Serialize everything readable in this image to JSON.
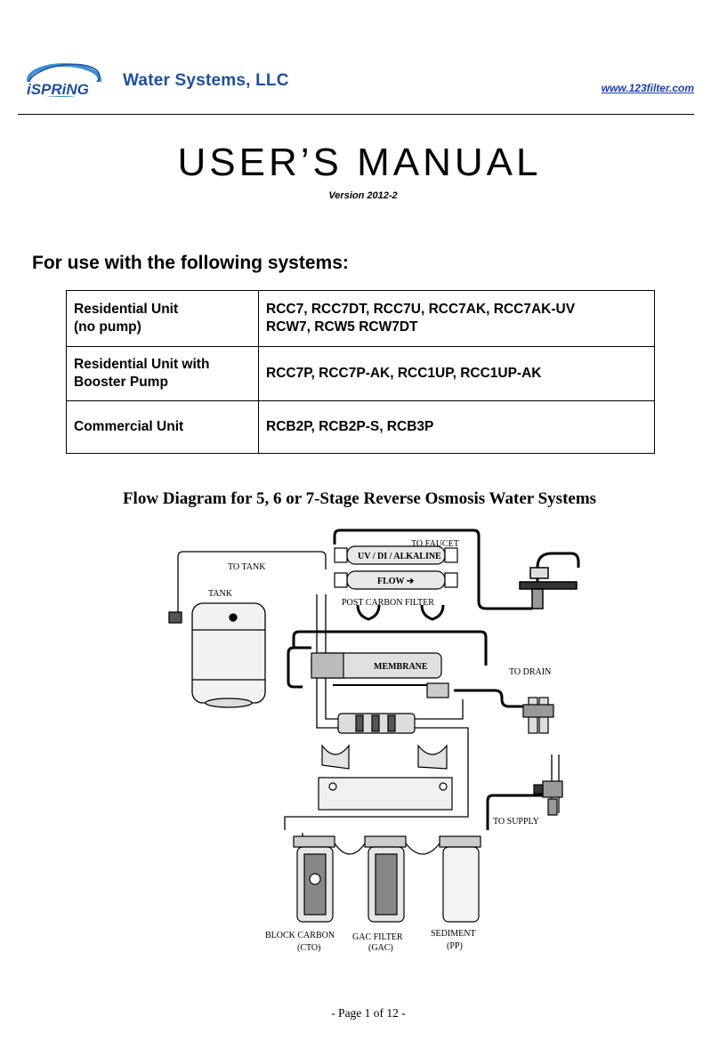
{
  "header": {
    "logo_text": "iSPRING",
    "company": "Water Systems, LLC",
    "website": "www.123filter.com",
    "brand_color": "#1f4f9a",
    "link_color": "#1a3fb0"
  },
  "title": "USER’S MANUAL",
  "version": "Version 2012-2",
  "for_use_heading": "For use with the following systems:",
  "systems_table": {
    "rows": [
      {
        "type_lines": [
          "Residential Unit",
          "(no pump)"
        ],
        "model_lines": [
          "RCC7, RCC7DT, RCC7U, RCC7AK, RCC7AK-UV",
          "RCW7, RCW5 RCW7DT"
        ]
      },
      {
        "type_lines": [
          "Residential Unit with",
          "Booster Pump"
        ],
        "model_lines": [
          "RCC7P, RCC7P-AK, RCC1UP, RCC1UP-AK"
        ]
      },
      {
        "type_lines": [
          "Commercial Unit"
        ],
        "model_lines": [
          "RCB2P, RCB2P-S, RCB3P"
        ]
      }
    ]
  },
  "diagram": {
    "title": "Flow Diagram for 5, 6 or 7-Stage Reverse Osmosis Water Systems",
    "labels": {
      "to_faucet": "TO FAUCET",
      "to_tank": "TO TANK",
      "tank": "TANK",
      "uv_di_alkaline": "UV / DI / ALKALINE",
      "flow": "FLOW ➔",
      "post_carbon_filter": "POST CARBON FILTER",
      "membrane": "MEMBRANE",
      "to_drain": "TO DRAIN",
      "to_supply": "TO SUPPLY",
      "block_carbon": "BLOCK CARBON",
      "cto": "(CTO)",
      "gac_filter": "GAC FILTER",
      "gac": "(GAC)",
      "sediment": "SEDIMENT",
      "pp": "(PP)"
    }
  },
  "footer": "- Page 1 of 12 -"
}
